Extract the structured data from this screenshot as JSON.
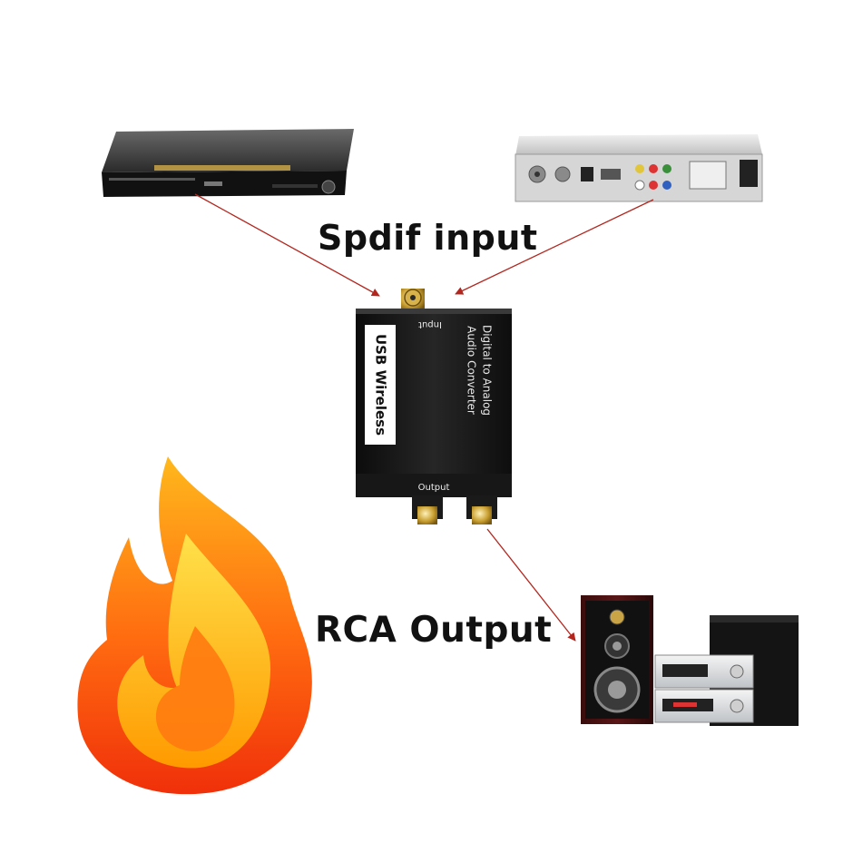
{
  "labels": {
    "spdif_input": "Spdif input",
    "rca_output": "RCA Output"
  },
  "converter": {
    "side_label": "USB Wireless",
    "input_label": "Input",
    "title_line1": "Digital to Analog",
    "title_line2": "Audio Converter",
    "output_label": "Output"
  },
  "colors": {
    "arrow": "#b3261e",
    "device_body": "#1a1a1a",
    "flame_outer": "#ff4d0a",
    "flame_inner": "#ffb000"
  }
}
